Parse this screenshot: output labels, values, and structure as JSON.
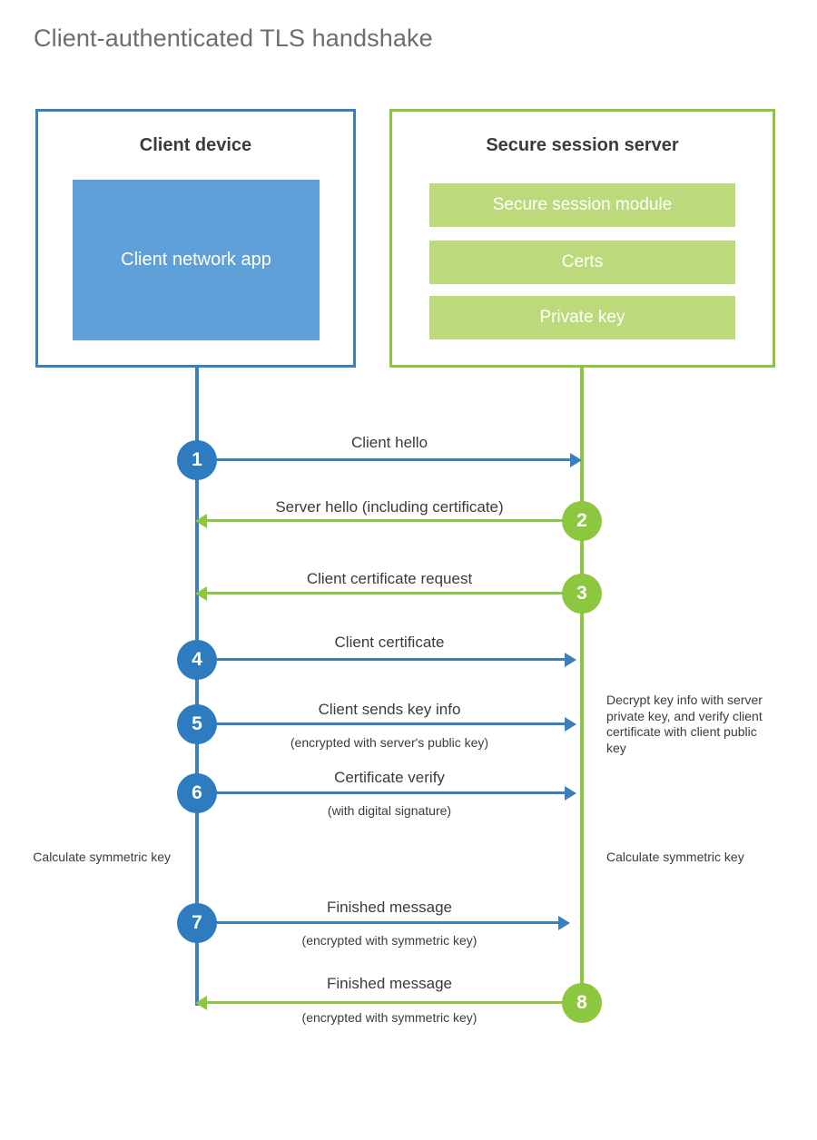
{
  "title": "Client-authenticated TLS handshake",
  "colors": {
    "client_blue": "#3b7fbd",
    "client_badge_blue": "#2e7cbf",
    "client_app_fill": "#5fa0d8",
    "server_green": "#8dc63f",
    "server_bar_fill": "#bcda7c",
    "title_gray": "#6d6e70",
    "text_dark": "#3b3b3b"
  },
  "client": {
    "title": "Client device",
    "app_label": "Client network app"
  },
  "server": {
    "title": "Secure session server",
    "bars": [
      {
        "label": "Secure session module"
      },
      {
        "label": "Certs"
      },
      {
        "label": "Private key"
      }
    ]
  },
  "steps": [
    {
      "number": "1",
      "label": "Client hello",
      "sublabel": "",
      "direction": "client-to-server",
      "color": "blue"
    },
    {
      "number": "2",
      "label": "Server hello (including certificate)",
      "sublabel": "",
      "direction": "server-to-client",
      "color": "green"
    },
    {
      "number": "3",
      "label": "Client certificate request",
      "sublabel": "",
      "direction": "server-to-client",
      "color": "green"
    },
    {
      "number": "4",
      "label": "Client certificate",
      "sublabel": "",
      "direction": "client-to-server",
      "color": "blue"
    },
    {
      "number": "5",
      "label": "Client sends key info",
      "sublabel": "(encrypted with server's public key)",
      "direction": "client-to-server",
      "color": "blue"
    },
    {
      "number": "6",
      "label": "Certificate verify",
      "sublabel": "(with digital signature)",
      "direction": "client-to-server",
      "color": "blue"
    },
    {
      "number": "7",
      "label": "Finished message",
      "sublabel": "(encrypted with symmetric key)",
      "direction": "client-to-server",
      "color": "blue"
    },
    {
      "number": "8",
      "label": "Finished message",
      "sublabel": "(encrypted with symmetric key)",
      "direction": "server-to-client",
      "color": "green"
    }
  ],
  "notes": {
    "server_decrypt": "Decrypt key info with server private key, and verify client certificate with client public key",
    "client_calculate": "Calculate symmetric key",
    "server_calculate": "Calculate symmetric key"
  }
}
